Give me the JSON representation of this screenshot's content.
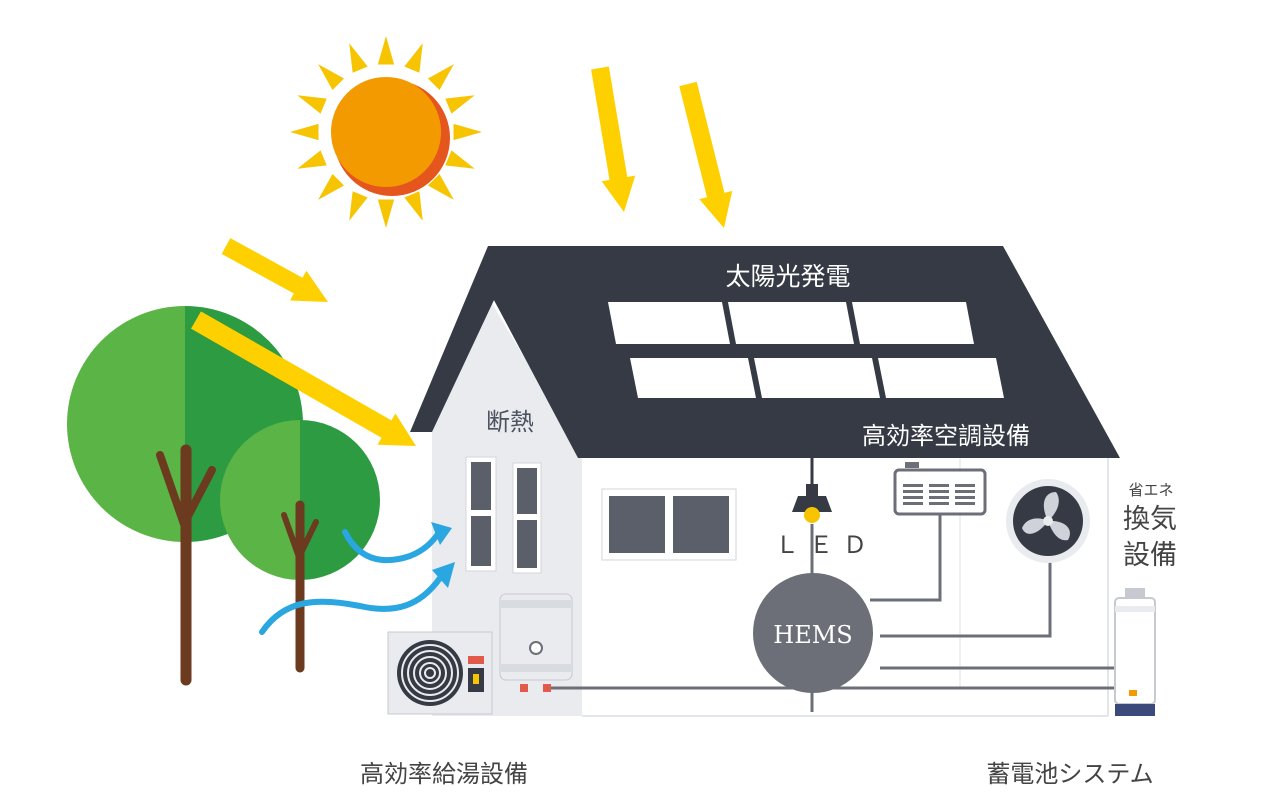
{
  "labels": {
    "solar": "太陽光発電",
    "insulation": "断熱",
    "hvac": "高効率空調設備",
    "led": "ＬＥＤ",
    "hems": "HEMS",
    "vent_small": "省エネ",
    "vent_line1": "換気",
    "vent_line2": "設備",
    "water_heater": "高効率給湯設備",
    "battery": "蓄電池システム"
  },
  "colors": {
    "roof": "#353a44",
    "wall": "#e9ebef",
    "sun": "#f39a00",
    "sun_shadow": "#e5561e",
    "sun_ray": "#f6c400",
    "beam": "#ffd000",
    "tree_light": "#5bb446",
    "tree_dark": "#2c9b41",
    "trunk": "#6b3a1f",
    "wind": "#2aa6e0",
    "hems": "#6c6f78",
    "wire": "#6c6f78",
    "label": "#444444"
  },
  "icons": [
    "sun-icon",
    "tree-icon",
    "wind-arrow-icon",
    "solar-panel-icon",
    "pendant-lamp-icon",
    "air-conditioner-icon",
    "fan-icon",
    "water-heater-tank-icon",
    "heat-pump-icon",
    "storage-battery-icon"
  ]
}
